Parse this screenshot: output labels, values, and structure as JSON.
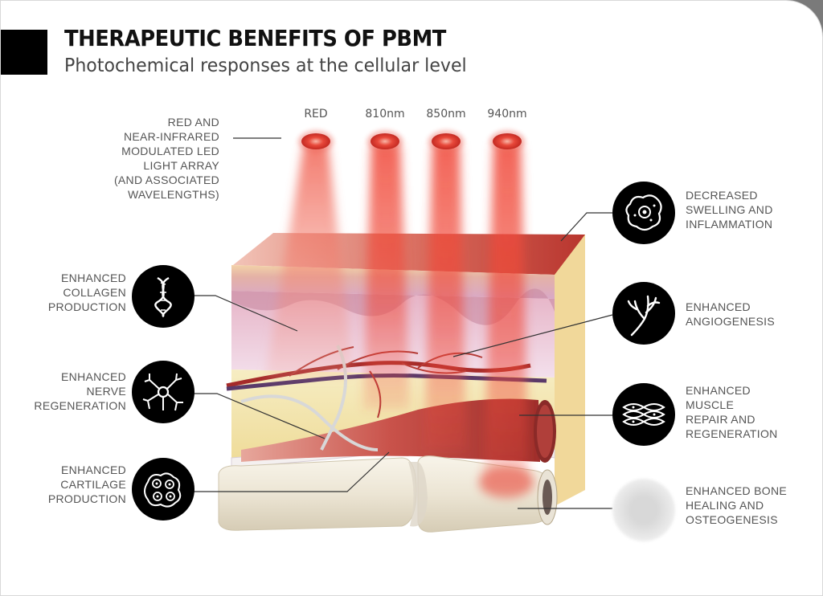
{
  "header": {
    "title": "THERAPEUTIC BENEFITS OF PBMT",
    "subtitle": "Photochemical responses at the cellular level"
  },
  "led_array": {
    "label_lines": [
      "RED AND",
      "NEAR-INFRARED",
      "MODULATED LED",
      "LIGHT ARRAY",
      "(AND ASSOCIATED",
      "WAVELENGTHS)"
    ],
    "wavelengths": [
      "RED",
      "810nm",
      "850nm",
      "940nm"
    ]
  },
  "benefits_left": [
    {
      "lines": [
        "ENHANCED",
        "COLLAGEN",
        "PRODUCTION"
      ],
      "icon": "collagen-helix-icon"
    },
    {
      "lines": [
        "ENHANCED",
        "NERVE",
        "REGENERATION"
      ],
      "icon": "neuron-icon"
    },
    {
      "lines": [
        "ENHANCED",
        "CARTILAGE",
        "PRODUCTION"
      ],
      "icon": "cartilage-cells-icon"
    }
  ],
  "benefits_right": [
    {
      "lines": [
        "DECREASED",
        "SWELLING AND",
        "INFLAMMATION"
      ],
      "icon": "inflamed-cell-icon"
    },
    {
      "lines": [
        "ENHANCED",
        "ANGIOGENESIS"
      ],
      "icon": "blood-vessel-icon"
    },
    {
      "lines": [
        "ENHANCED",
        "MUSCLE",
        "REPAIR AND",
        "REGENERATION"
      ],
      "icon": "muscle-fiber-icon"
    },
    {
      "lines": [
        "ENHANCED BONE",
        "HEALING AND",
        "OSTEOGENESIS"
      ],
      "icon": "bone-blur-icon"
    }
  ],
  "colors": {
    "led_red": "#e0392b",
    "beam": "#f04a3a",
    "skin_top": "#c9463c",
    "dermis": "#e9c6d3",
    "fat": "#f3e6ae",
    "muscle": "#b33a36",
    "bone": "#efe9dd",
    "badge": "#000000"
  }
}
